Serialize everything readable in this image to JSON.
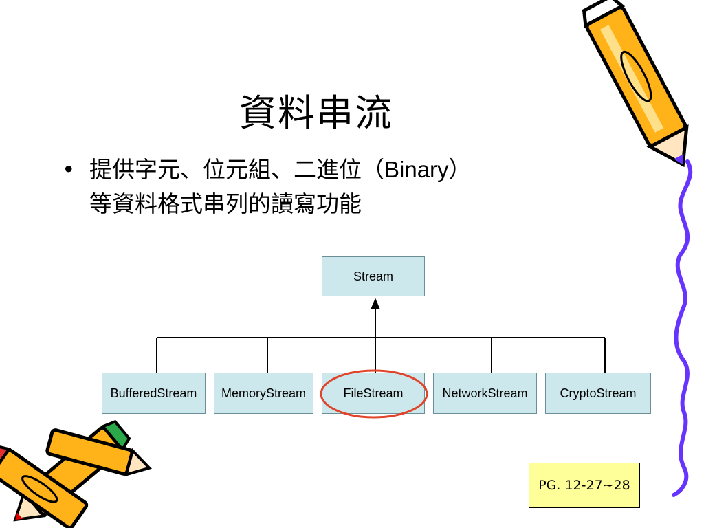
{
  "slide": {
    "title": "資料串流",
    "bullet_symbol": "•",
    "bullet_line1_prefix": "提供字元、位元組、二進位（",
    "bullet_line1_en": "Binary",
    "bullet_line1_suffix": "）",
    "bullet_line2": "等資料格式串列的讀寫功能"
  },
  "diagram": {
    "root": "Stream",
    "children": [
      "BufferedStream",
      "MemoryStream",
      "FileStream",
      "NetworkStream",
      "CryptoStream"
    ],
    "highlighted": "FileStream",
    "highlight_color": "#e0442a",
    "node_fill": "#cde8ec"
  },
  "page_ref": "PG. 12-27~28",
  "decorations": {
    "pencil_icon": "pencil-clipart",
    "squiggle_color": "#6633ff"
  }
}
